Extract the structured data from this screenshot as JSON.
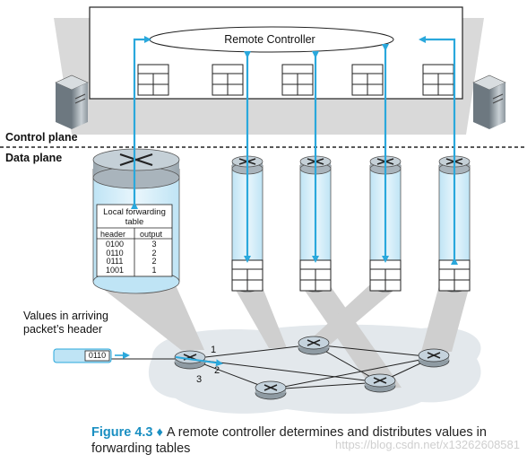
{
  "controller": {
    "label": "Remote Controller"
  },
  "planes": {
    "control": "Control plane",
    "data": "Data plane"
  },
  "forwarding_table": {
    "title": "Local forwarding table",
    "col_header": "header",
    "col_output": "output",
    "rows": [
      {
        "header": "0100",
        "output": "3"
      },
      {
        "header": "0110",
        "output": "2"
      },
      {
        "header": "0111",
        "output": "2"
      },
      {
        "header": "1001",
        "output": "1"
      }
    ]
  },
  "packet": {
    "label": "Values in arriving packet’s header",
    "value": "0110"
  },
  "ports": {
    "p1": "1",
    "p2": "2",
    "p3": "3"
  },
  "caption": {
    "figure": "Figure 4.3",
    "separator": "♦",
    "text": "A remote controller determines and distributes values in forwarding tables"
  },
  "watermark": "https://blog.csdn.net/x13262608581",
  "colors": {
    "accent": "#2aa8dc",
    "caption_blue": "#1a8fc2",
    "router_fill": "#c5d3dd"
  }
}
